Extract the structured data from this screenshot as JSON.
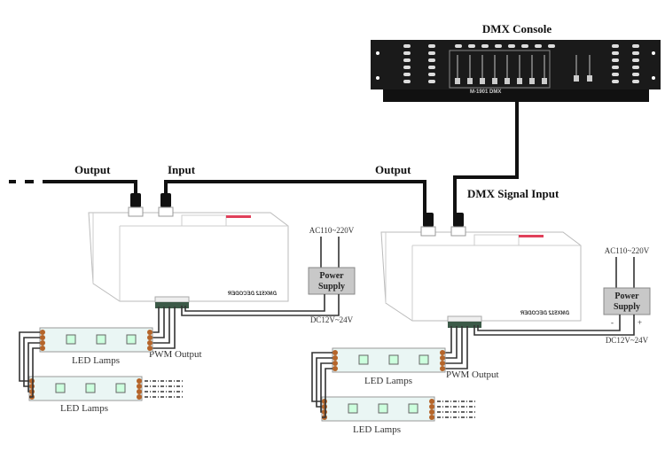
{
  "console": {
    "title": "DMX Console",
    "model_text": "M-1901   DMX"
  },
  "labels": {
    "output_left": "Output",
    "input": "Input",
    "output_right": "Output",
    "dmx_signal_input": "DMX Signal Input"
  },
  "decoders": [
    {
      "name": "DMX512 DECODER",
      "pwm_label": "PWM Output",
      "lamps": [
        "LED Lamps",
        "LED Lamps"
      ]
    },
    {
      "name": "DMX512 DECODER",
      "pwm_label": "PWM Output",
      "lamps": [
        "LED Lamps",
        "LED Lamps"
      ]
    }
  ],
  "power_supplies": [
    {
      "label_line1": "Power",
      "label_line2": "Supply",
      "ac": "AC110~220V",
      "dc": "DC12V~24V"
    },
    {
      "label_line1": "Power",
      "label_line2": "Supply",
      "ac": "AC110~220V",
      "dc": "DC12V~24V",
      "minus": "-",
      "plus": "+"
    }
  ],
  "colors": {
    "console": "#1a1a1a",
    "decoder_accent": "#e0405a",
    "lamp_body": "#eaf6f4",
    "lamp_terminal": "#b5652a",
    "power_supply": "#c8c8c8",
    "terminal": "#3c5a48"
  }
}
